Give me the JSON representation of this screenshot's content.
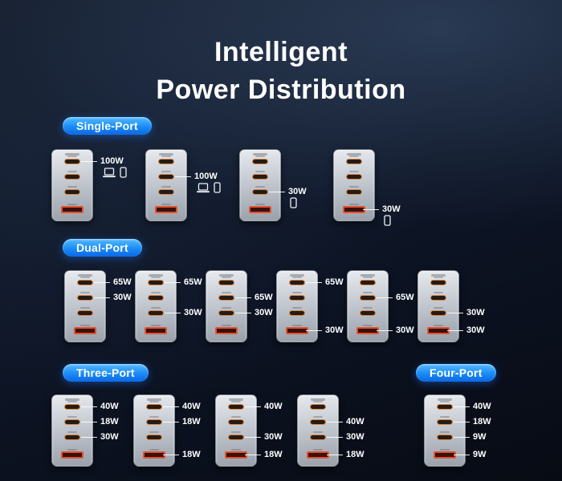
{
  "title": {
    "line1": "Intelligent",
    "line2": "Power Distribution"
  },
  "colors": {
    "accent_blue": "#1d8ff5",
    "usbc_ring_orange": "#de8643",
    "usba_red": "#e2512f",
    "charger_silver": "#c9ced6",
    "background_dark": "#0c1220",
    "text_white": "#ffffff"
  },
  "ports_per_charger": [
    "usbc-port-1",
    "usbc-port-2",
    "usbc-port-3",
    "usba-port"
  ],
  "sections": [
    {
      "label": "Single-Port",
      "chargers": [
        {
          "labels": [
            {
              "port": 0,
              "text": "100W",
              "icons": [
                "laptop-icon",
                "phone-icon"
              ]
            }
          ]
        },
        {
          "labels": [
            {
              "port": 1,
              "text": "100W",
              "icons": [
                "laptop-icon",
                "phone-icon"
              ]
            }
          ]
        },
        {
          "labels": [
            {
              "port": 2,
              "text": "30W",
              "icons": [
                "phone-icon"
              ]
            }
          ]
        },
        {
          "labels": [
            {
              "port": 3,
              "text": "30W",
              "icons": [
                "phone-icon"
              ]
            }
          ]
        }
      ]
    },
    {
      "label": "Dual-Port",
      "chargers": [
        {
          "labels": [
            {
              "port": 0,
              "text": "65W"
            },
            {
              "port": 1,
              "text": "30W"
            }
          ]
        },
        {
          "labels": [
            {
              "port": 0,
              "text": "65W"
            },
            {
              "port": 2,
              "text": "30W"
            }
          ]
        },
        {
          "labels": [
            {
              "port": 1,
              "text": "65W"
            },
            {
              "port": 2,
              "text": "30W"
            }
          ]
        },
        {
          "labels": [
            {
              "port": 0,
              "text": "65W"
            },
            {
              "port": 3,
              "text": "30W"
            }
          ]
        },
        {
          "labels": [
            {
              "port": 1,
              "text": "65W"
            },
            {
              "port": 3,
              "text": "30W"
            }
          ]
        },
        {
          "labels": [
            {
              "port": 2,
              "text": "30W"
            },
            {
              "port": 3,
              "text": "30W"
            }
          ]
        }
      ]
    },
    {
      "label": "Three-Port",
      "chargers": [
        {
          "labels": [
            {
              "port": 0,
              "text": "40W"
            },
            {
              "port": 1,
              "text": "18W"
            },
            {
              "port": 2,
              "text": "30W"
            }
          ]
        },
        {
          "labels": [
            {
              "port": 0,
              "text": "40W"
            },
            {
              "port": 1,
              "text": "18W"
            },
            {
              "port": 3,
              "text": "18W"
            }
          ]
        },
        {
          "labels": [
            {
              "port": 0,
              "text": "40W"
            },
            {
              "port": 2,
              "text": "30W"
            },
            {
              "port": 3,
              "text": "18W"
            }
          ]
        },
        {
          "labels": [
            {
              "port": 1,
              "text": "40W"
            },
            {
              "port": 2,
              "text": "30W"
            },
            {
              "port": 3,
              "text": "18W"
            }
          ]
        }
      ]
    },
    {
      "label": "Four-Port",
      "chargers": [
        {
          "labels": [
            {
              "port": 0,
              "text": "40W"
            },
            {
              "port": 1,
              "text": "18W"
            },
            {
              "port": 2,
              "text": "9W"
            },
            {
              "port": 3,
              "text": "9W"
            }
          ]
        }
      ]
    }
  ]
}
